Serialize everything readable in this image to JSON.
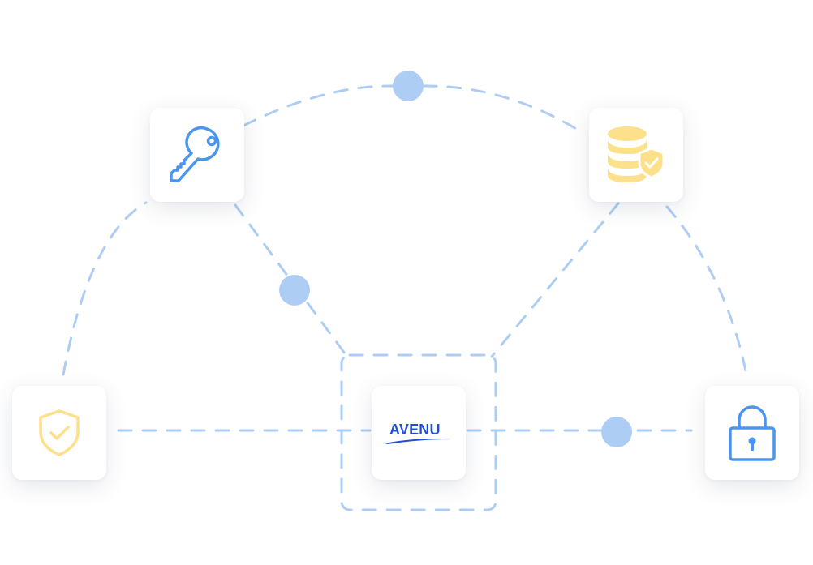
{
  "colors": {
    "connector": "#aecdf5",
    "node": "#aecdf5",
    "icon_blue": "#4a95ef",
    "icon_yellow": "#fde08a",
    "brand": "#1f4fd8"
  },
  "nodes": [
    {
      "id": "key",
      "icon": "key-icon"
    },
    {
      "id": "database",
      "icon": "database-shield-icon"
    },
    {
      "id": "shield",
      "icon": "shield-check-icon"
    },
    {
      "id": "center",
      "icon": "brand-logo"
    },
    {
      "id": "lock",
      "icon": "padlock-icon"
    }
  ],
  "brand": {
    "name": "AVENU"
  }
}
